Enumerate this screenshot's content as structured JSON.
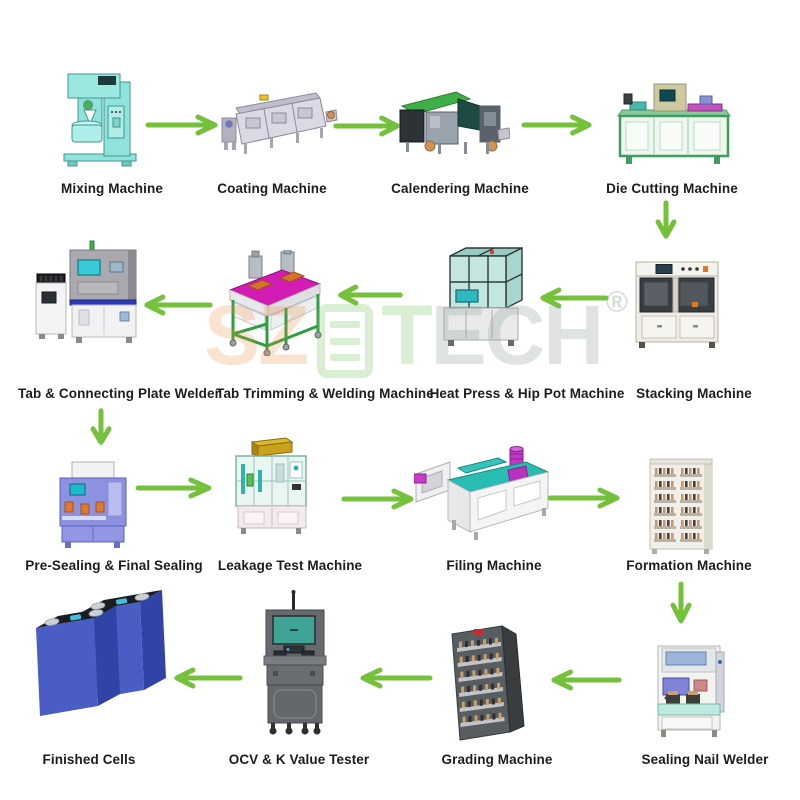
{
  "colors": {
    "arrow": "#76c13c",
    "label": "#1c1c1c",
    "background": "#ffffff"
  },
  "watermark": {
    "s_z": "SZ",
    "t": "T",
    "ech": "ECH",
    "registered": "®",
    "icon": "battery-logo-icon"
  },
  "nodes": [
    {
      "id": "mixing-machine",
      "label": "Mixing Machine",
      "row": 1
    },
    {
      "id": "coating-machine",
      "label": "Coating Machine",
      "row": 1
    },
    {
      "id": "calendering-machine",
      "label": "Calendering  Machine",
      "row": 1
    },
    {
      "id": "die-cutting-machine",
      "label": "Die Cutting Machine",
      "row": 1
    },
    {
      "id": "stacking-machine",
      "label": "Stacking Machine",
      "row": 2
    },
    {
      "id": "heat-press-hip-pot-machine",
      "label": "Heat Press & Hip Pot Machine",
      "row": 2
    },
    {
      "id": "tab-trimming-welding-machine",
      "label": "Tab Trimming & Welding Machine",
      "row": 2
    },
    {
      "id": "tab-connecting-plate-welder",
      "label": "Tab & Connecting Plate Welder",
      "row": 2
    },
    {
      "id": "pre-sealing-final-sealing",
      "label": "Pre-Sealing & Final Sealing",
      "row": 3
    },
    {
      "id": "leakage-test-machine",
      "label": "Leakage Test Machine",
      "row": 3
    },
    {
      "id": "filing-machine",
      "label": "Filing Machine",
      "row": 3
    },
    {
      "id": "formation-machine",
      "label": "Formation Machine",
      "row": 3
    },
    {
      "id": "sealing-nail-welder",
      "label": "Sealing Nail Welder",
      "row": 4
    },
    {
      "id": "grading-machine",
      "label": "Grading Machine",
      "row": 4
    },
    {
      "id": "ocv-k-value-tester",
      "label": "OCV & K Value Tester",
      "row": 4
    },
    {
      "id": "finished-cells",
      "label": "Finished Cells",
      "row": 4
    }
  ],
  "arrows": [
    {
      "from": "mixing-machine",
      "to": "coating-machine",
      "direction": "right"
    },
    {
      "from": "coating-machine",
      "to": "calendering-machine",
      "direction": "right"
    },
    {
      "from": "calendering-machine",
      "to": "die-cutting-machine",
      "direction": "right"
    },
    {
      "from": "die-cutting-machine",
      "to": "stacking-machine",
      "direction": "down"
    },
    {
      "from": "stacking-machine",
      "to": "heat-press-hip-pot-machine",
      "direction": "left"
    },
    {
      "from": "heat-press-hip-pot-machine",
      "to": "tab-trimming-welding-machine",
      "direction": "left"
    },
    {
      "from": "tab-trimming-welding-machine",
      "to": "tab-connecting-plate-welder",
      "direction": "left"
    },
    {
      "from": "tab-connecting-plate-welder",
      "to": "pre-sealing-final-sealing",
      "direction": "down"
    },
    {
      "from": "pre-sealing-final-sealing",
      "to": "leakage-test-machine",
      "direction": "right"
    },
    {
      "from": "leakage-test-machine",
      "to": "filing-machine",
      "direction": "right"
    },
    {
      "from": "filing-machine",
      "to": "formation-machine",
      "direction": "right"
    },
    {
      "from": "formation-machine",
      "to": "sealing-nail-welder",
      "direction": "down"
    },
    {
      "from": "sealing-nail-welder",
      "to": "grading-machine",
      "direction": "left"
    },
    {
      "from": "grading-machine",
      "to": "ocv-k-value-tester",
      "direction": "left"
    },
    {
      "from": "ocv-k-value-tester",
      "to": "finished-cells",
      "direction": "left"
    }
  ]
}
